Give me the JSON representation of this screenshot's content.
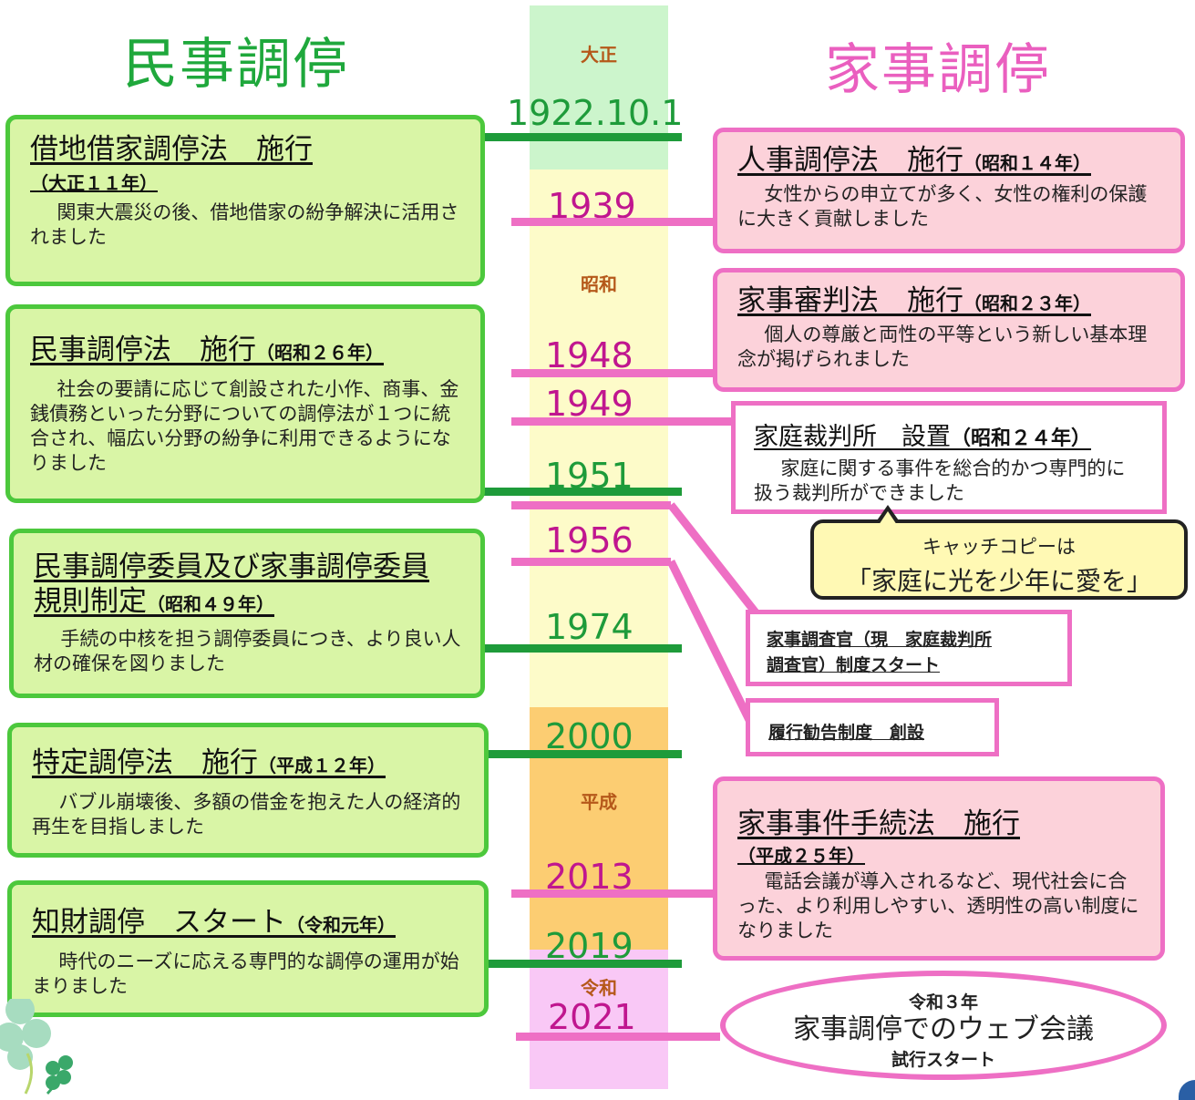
{
  "headers": {
    "civil": "民事調停",
    "family": "家事調停"
  },
  "colors": {
    "civil_green": "#1fa83c",
    "family_pink": "#ea5fbf",
    "era_taisho": "#ccf5cc",
    "era_showa": "#fdfbc9",
    "era_heisei": "#fccd72",
    "era_reiwa": "#f9c8f6"
  },
  "eras": {
    "taisho": "大正",
    "showa": "昭和",
    "heisei": "平成",
    "reiwa": "令和"
  },
  "years": {
    "y1922": "1922.10.1",
    "y1939": "1939",
    "y1948": "1948",
    "y1949": "1949",
    "y1951": "1951",
    "y1956": "1956",
    "y1974": "1974",
    "y2000": "2000",
    "y2013": "2013",
    "y2019": "2019",
    "y2021": "2021"
  },
  "civil_events": [
    {
      "title": "借地借家調停法　施行",
      "sub": "（大正１１年）",
      "body": "関東大震災の後、借地借家の紛争解決に活用されました"
    },
    {
      "title": "民事調停法　施行",
      "sub": "（昭和２６年）",
      "body": "社会の要請に応じて創設された小作、商事、金銭債務といった分野についての調停法が１つに統合され、幅広い分野の紛争に利用できるようになりました"
    },
    {
      "title": "民事調停委員及び家事調停委員",
      "title2": "規則制定",
      "sub": "（昭和４９年）",
      "body": "手続の中核を担う調停委員につき、より良い人材の確保を図りました"
    },
    {
      "title": "特定調停法　施行",
      "sub": "（平成１２年）",
      "body": "バブル崩壊後、多額の借金を抱えた人の経済的再生を目指しました"
    },
    {
      "title": "知財調停　スタート",
      "sub": "（令和元年）",
      "body": "時代のニーズに応える専門的な調停の運用が始まりました"
    }
  ],
  "family_events": [
    {
      "title": "人事調停法　施行",
      "sub": "（昭和１４年）",
      "body": "女性からの申立てが多く、女性の権利の保護に大きく貢献しました"
    },
    {
      "title": "家事審判法　施行",
      "sub": "（昭和２３年）",
      "body": "個人の尊厳と両性の平等という新しい基本理念が掲げられました"
    },
    {
      "title": "家庭裁判所　設置",
      "sub": "（昭和２４年）",
      "body": "家庭に関する事件を総合的かつ専門的に扱う裁判所ができました"
    },
    {
      "title": "家事事件手続法　施行",
      "sub": "（平成２５年）",
      "body": "電話会議が導入されるなど、現代社会に合った、より利用しやすい、透明性の高い制度になりました"
    }
  ],
  "callout": {
    "line1": "キャッチコピーは",
    "line2": "「家庭に光を少年に愛を」"
  },
  "investigator": {
    "line1": "家事調査官（現　家庭裁判所",
    "line2": "調査官）制度スタート"
  },
  "enforcement": {
    "text": "履行勧告制度　創設"
  },
  "web_meeting": {
    "top": "令和３年",
    "main": "家事調停でのウェブ会議",
    "bottom": "試行スタート"
  }
}
